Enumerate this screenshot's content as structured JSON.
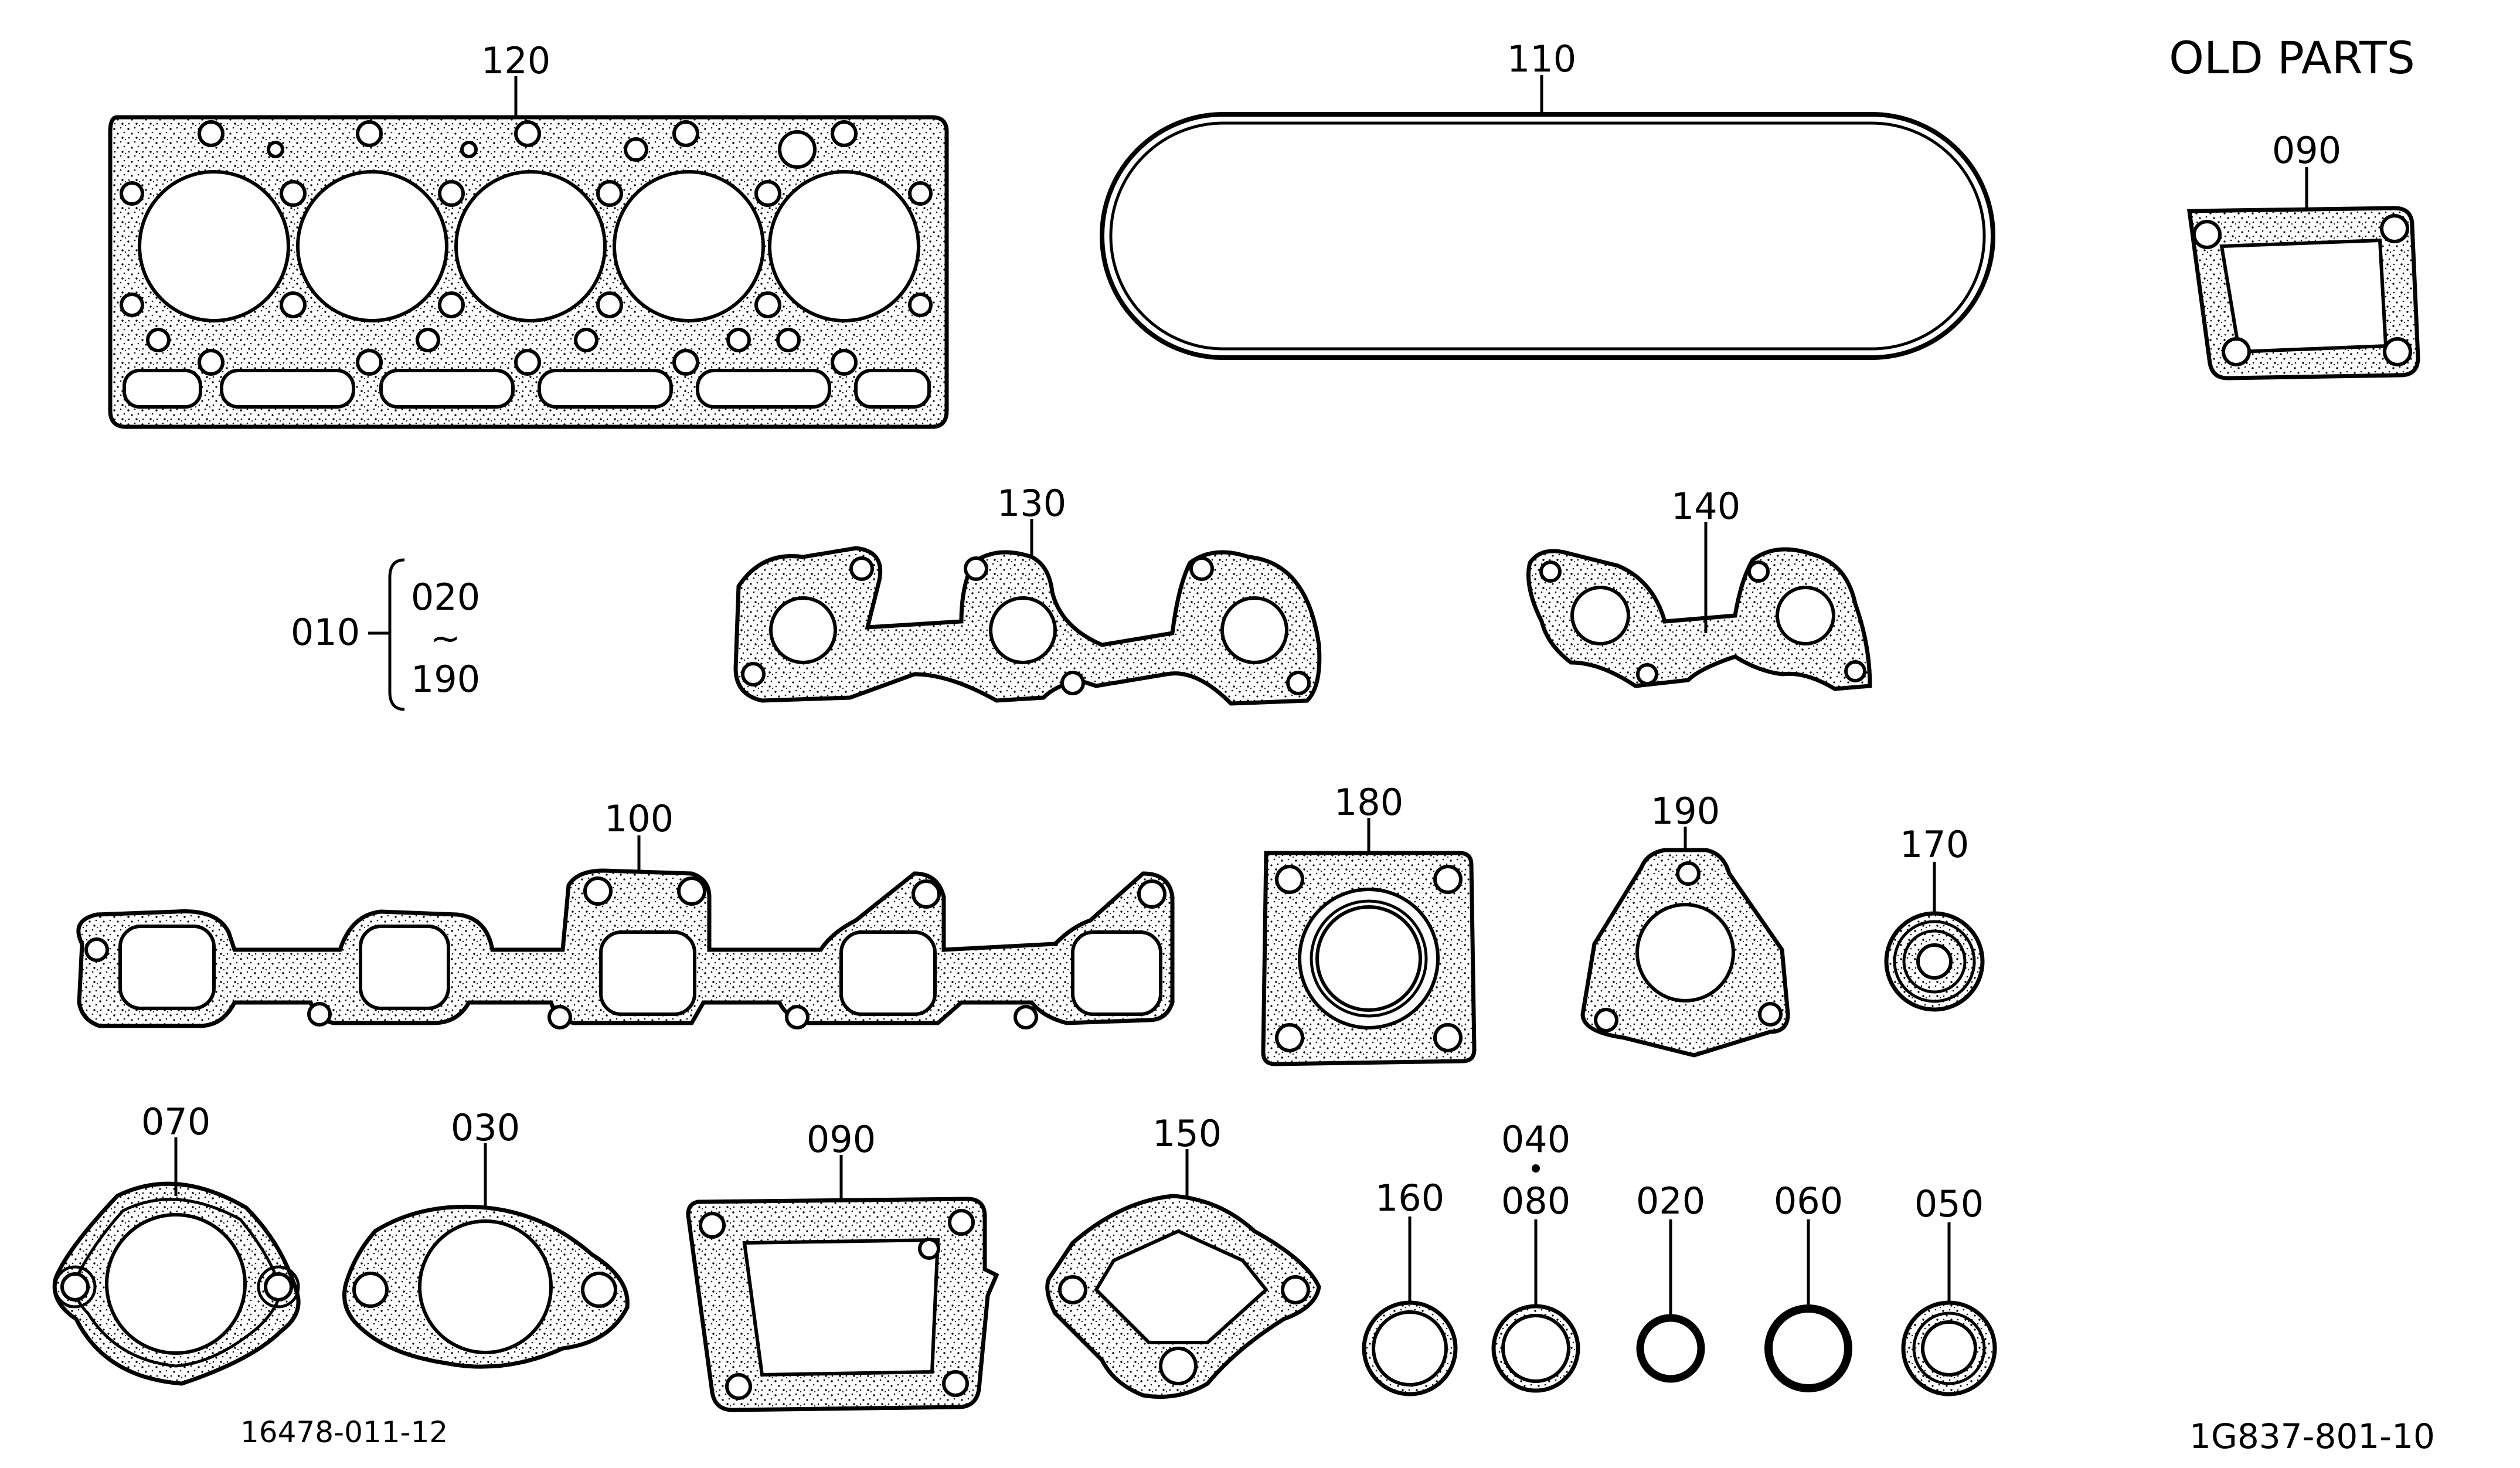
{
  "header": {
    "old_parts_label": "OLD PARTS"
  },
  "codes": {
    "left": "16478-011-12",
    "right": "1G837-801-10"
  },
  "labels": {
    "p120": "120",
    "p110": "110",
    "p090_old": "090",
    "p130": "130",
    "p140": "140",
    "p010": "010",
    "p020_range_start": "020",
    "range_tilde": "~",
    "p190_range_end": "190",
    "p100": "100",
    "p180": "180",
    "p190": "190",
    "p170": "170",
    "p070": "070",
    "p030": "030",
    "p090": "090",
    "p150": "150",
    "p160": "160",
    "p040": "040",
    "p080": "080",
    "p020": "020",
    "p060": "060",
    "p050": "050"
  }
}
